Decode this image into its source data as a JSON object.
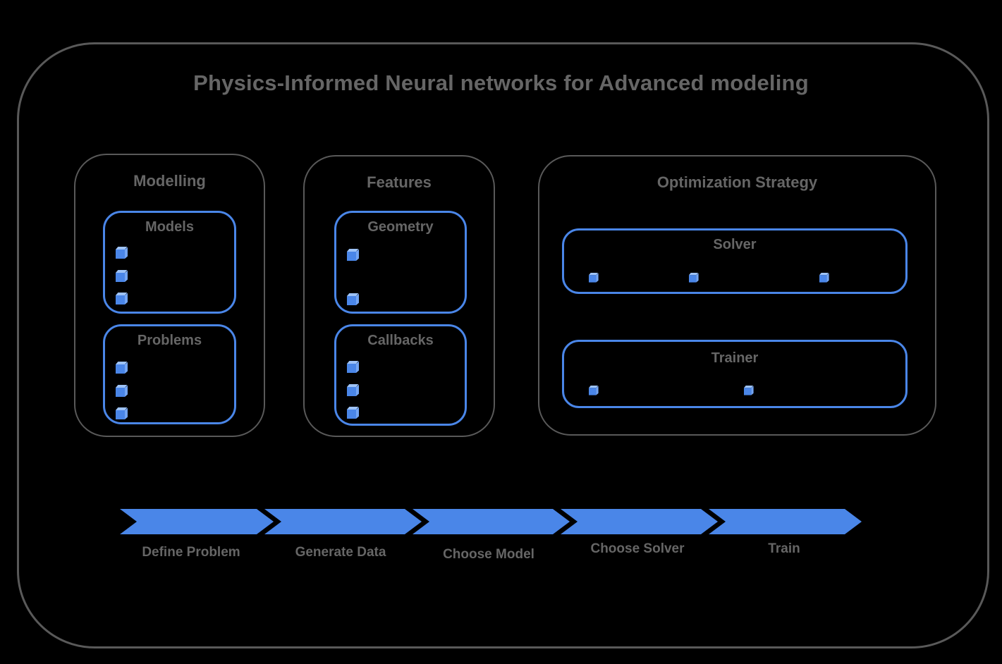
{
  "title": "Physics-Informed Neural networks for Advanced modeling",
  "colors": {
    "background": "#000000",
    "accent_blue": "#4a86e8",
    "cube_top_blue": "#9ec3f7",
    "cube_side_blue": "#74a5f2",
    "border_gray": "#595959",
    "text_gray": "#666666"
  },
  "sections": [
    {
      "label": "Modelling",
      "groups": [
        {
          "label": "Models",
          "bullet_count": 3
        },
        {
          "label": "Problems",
          "bullet_count": 3
        }
      ]
    },
    {
      "label": "Features",
      "groups": [
        {
          "label": "Geometry",
          "bullet_count": 2
        },
        {
          "label": "Callbacks",
          "bullet_count": 3
        }
      ]
    },
    {
      "label": "Optimization Strategy",
      "groups": [
        {
          "label": "Solver",
          "bullet_count": 3
        },
        {
          "label": "Trainer",
          "bullet_count": 2
        }
      ]
    }
  ],
  "process_flow": {
    "steps": [
      {
        "label": "Define Problem"
      },
      {
        "label": "Generate Data"
      },
      {
        "label": "Choose Model"
      },
      {
        "label": "Choose Solver"
      },
      {
        "label": "Train"
      }
    ]
  }
}
